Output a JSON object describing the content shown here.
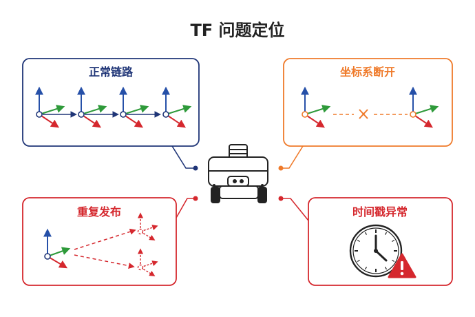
{
  "title": "TF 问题定位",
  "colors": {
    "navy": "#1f3577",
    "orange": "#ef7a2a",
    "red": "#d5282e",
    "green": "#2e9a3a",
    "blue": "#2650a8",
    "dark": "#222222"
  },
  "panels": {
    "normal": {
      "title": "正常链路"
    },
    "disconnect": {
      "title": "坐标系断开",
      "break_icon": "x-icon"
    },
    "duplicate": {
      "title": "重复发布"
    },
    "timestamp": {
      "title": "时间戳异常",
      "clock_icon": "clock-icon",
      "warning_icon": "warning-icon"
    }
  },
  "robot": {
    "icon": "robot-icon"
  }
}
